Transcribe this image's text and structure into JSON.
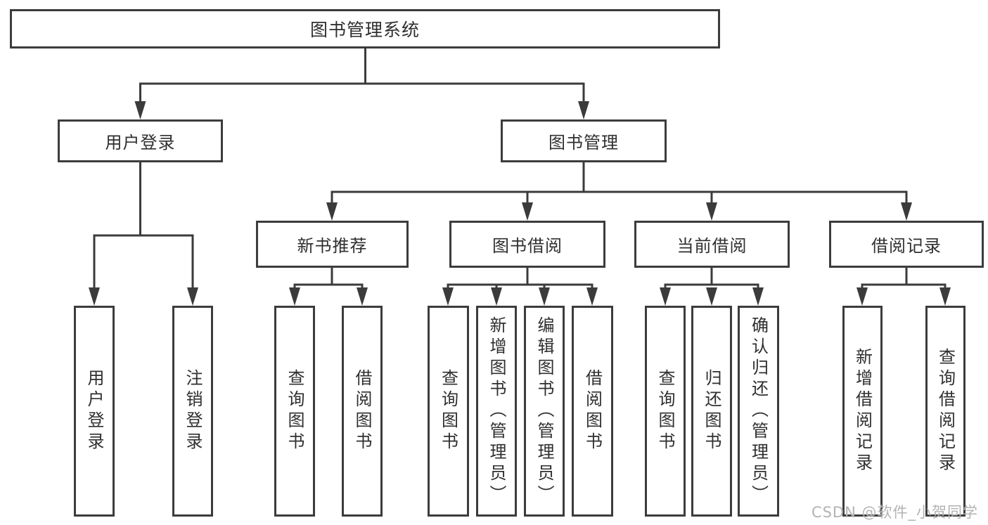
{
  "page": {
    "background": "#ffffff"
  },
  "palette": {
    "connector_line": "#3b3b3b",
    "box_border": "#3c3c3c",
    "box_fill": "#ffffff",
    "label_text": "#2f2f2f",
    "watermark_text": "#b3b3b3"
  },
  "root": {
    "label": "图书管理系统"
  },
  "level2": [
    {
      "label": "用户登录"
    },
    {
      "label": "图书管理"
    }
  ],
  "level3": [
    {
      "label": "新书推荐"
    },
    {
      "label": "图书借阅"
    },
    {
      "label": "当前借阅"
    },
    {
      "label": "借阅记录"
    }
  ],
  "leaves": {
    "user_login_group": [
      {
        "label": "用户登录"
      },
      {
        "label": "注销登录"
      }
    ],
    "new_book_group": [
      {
        "label": "查询图书"
      },
      {
        "label": "借阅图书"
      }
    ],
    "book_borrow_group": [
      {
        "label": "查询图书"
      },
      {
        "label": "新增图书（管理员）"
      },
      {
        "label": "编辑图书（管理员）"
      },
      {
        "label": "借阅图书"
      }
    ],
    "current_borrow_group": [
      {
        "label": "查询图书"
      },
      {
        "label": "归还图书"
      },
      {
        "label": "确认归还（管理员）"
      }
    ],
    "record_group": [
      {
        "label": "新增借阅记录"
      },
      {
        "label": "查询借阅记录"
      }
    ]
  },
  "watermark": {
    "text": "CSDN @软件_小贺同学"
  }
}
